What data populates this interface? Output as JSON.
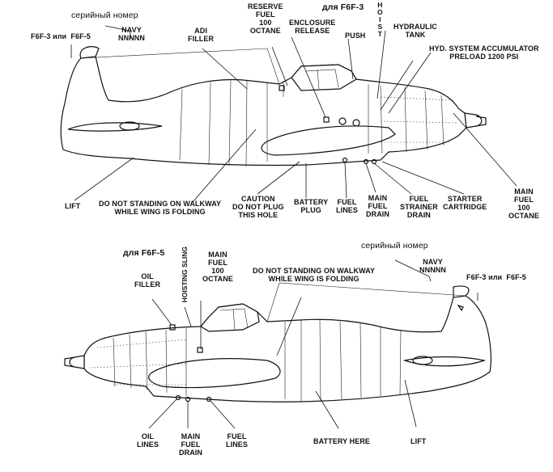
{
  "top_diagram": {
    "serial_label": "серийный номер",
    "navy_label": "NAVY\nNNNNN",
    "variant_label": "F6F-3 или  F6F-5",
    "adi_filler": "ADI\nFILLER",
    "reserve_fuel": "RESERVE\nFUEL\n100\nOCTANE",
    "enclosure_release": "ENCLOSURE\nRELEASE",
    "for_f6f3": "для F6F-3",
    "push": "PUSH",
    "hoist": "H\nO\nI\nS\nT",
    "hydraulic_tank": "HYDRAULIC\nTANK",
    "hyd_accumulator": "HYD. SYSTEM ACCUMULATOR\nPRELOAD 1200 PSI",
    "lift": "LIFT",
    "walkway_warning": "DO NOT STANDING ON WALKWAY\nWHILE WING IS FOLDING",
    "caution_plug": "CAUTION\nDO NOT PLUG\nTHIS HOLE",
    "battery_plug": "BATTERY\nPLUG",
    "fuel_lines": "FUEL\nLINES",
    "main_fuel_drain": "MAIN\nFUEL\nDRAIN",
    "fuel_strainer_drain": "FUEL\nSTRAINER\nDRAIN",
    "starter_cartridge": "STARTER\nCARTRIDGE",
    "main_fuel_octane": "MAIN\nFUEL\n100\nOCTANE"
  },
  "bottom_diagram": {
    "for_f6f5": "для F6F-5",
    "oil_filler": "OIL\nFILLER",
    "hoisting_sling": "HOISTING SLING",
    "main_fuel_octane": "MAIN\nFUEL\n100\nOCTANE",
    "walkway_warning": "DO NOT STANDING ON WALKWAY\nWHILE WING IS FOLDING",
    "serial_label": "серийный номер",
    "navy_label": "NAVY\nNNNNN",
    "variant_label": "F6F-3 или  F6F-5",
    "oil_lines": "OIL\nLINES",
    "main_fuel_drain": "MAIN\nFUEL\nDRAIN",
    "fuel_lines": "FUEL\nLINES",
    "battery_here": "BATTERY HERE",
    "lift": "LIFT"
  }
}
